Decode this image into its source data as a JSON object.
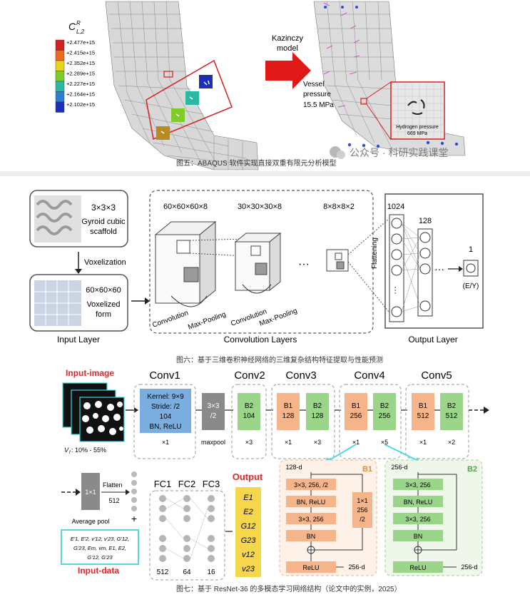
{
  "fig5": {
    "legend_title": "C",
    "legend_sup": "R",
    "legend_sub": "L,2",
    "legend_values": [
      "+2.477e+15",
      "+2.415e+15",
      "+2.352e+15",
      "+2.289e+15",
      "+2.227e+15",
      "+2.164e+15",
      "+2.102e+15"
    ],
    "legend_colors": [
      "#d42020",
      "#ef6a1a",
      "#e6d51c",
      "#7ecb2a",
      "#2bb9a1",
      "#2a7fd5",
      "#1c2fb8"
    ],
    "arrow_label_line1": "Kazinczy",
    "arrow_label_line2": "model",
    "vessel_line1": "Vessel",
    "vessel_line2": "pressure",
    "vessel_line3": "15.5 MPa",
    "hydrogen_line1": "Hydrogen pressure",
    "hydrogen_line2": "669 MPa",
    "caption": "图五：ABAQUS 软件实现直接双重有限元分析模型",
    "watermark": "公众号 · 科研实践课堂"
  },
  "fig6": {
    "input_box_label": "3×3×3",
    "scaffold_line1": "Gyroid cubic",
    "scaffold_line2": "scaffold",
    "voxelization": "Voxelization",
    "voxel_dim": "60×60×60",
    "voxel_line1": "Voxelized",
    "voxel_line2": "form",
    "input_layer": "Input Layer",
    "dims": [
      "60×60×60×8",
      "30×30×30×8",
      "8×8×8×2"
    ],
    "convolution": "Convolution",
    "maxpooling": "Max-Pooling",
    "ellipsis": "···",
    "conv_layers": "Convolution Layers",
    "flattening": "Flattening",
    "n1024": "1024",
    "n128": "128",
    "n1": "1",
    "ey": "(E/Y)",
    "output_layer": "Output Layer",
    "caption": "图六：基于三维卷积神经网络的三维复杂结构特征提取与性能预测"
  },
  "fig7": {
    "input_image": "Input-image",
    "vf": "V",
    "vf_sub": "f",
    "vf_range": ": 10% - 55%",
    "conv_titles": [
      "Conv1",
      "Conv2",
      "Conv3",
      "Conv4",
      "Conv5"
    ],
    "conv1_lines": [
      "Kernel: 9×9",
      "Stride: /2",
      "104",
      "BN, ReLU"
    ],
    "maxpool_box": [
      "3×3",
      "/2"
    ],
    "maxpool": "maxpool",
    "conv2_box": [
      "B2",
      "104"
    ],
    "conv3_b1": [
      "B1",
      "128"
    ],
    "conv3_b2": [
      "B2",
      "128"
    ],
    "conv4_b1": [
      "B1",
      "256"
    ],
    "conv4_b2": [
      "B2",
      "256"
    ],
    "conv5_b1": [
      "B1",
      "512"
    ],
    "conv5_b2": [
      "B2",
      "512"
    ],
    "mult": [
      "×1",
      "×3",
      "×1",
      "×3",
      "×1",
      "×5",
      "×1",
      "×2"
    ],
    "avgpool_box": "1×1",
    "avgpool": "Average pool",
    "flatten": "Flatten",
    "n512": "512",
    "fc_titles": [
      "FC1",
      "FC2",
      "FC3"
    ],
    "fc_sizes": [
      "512",
      "64",
      "16"
    ],
    "output": "Output",
    "outputs": [
      "E1",
      "E2",
      "G12",
      "G23",
      "v12",
      "v23"
    ],
    "input_data": "Input-data",
    "input_data_lines": [
      "E'1, E'2, v'12, v'23, G'12,",
      "G'23, Em, vm, E1, E2,",
      "G'12, G'23"
    ],
    "b1_title": "B1",
    "b1_in": "128-d",
    "b1_steps": [
      "3×3, 256, /2",
      "BN, ReLU",
      "3×3, 256",
      "BN"
    ],
    "b1_short": [
      "1×1",
      "256",
      "/2"
    ],
    "b1_relu": "ReLU",
    "b1_out": "256-d",
    "b2_title": "B2",
    "b2_in": "256-d",
    "b2_steps": [
      "3×3, 256",
      "BN, ReLU",
      "3×3, 256",
      "BN"
    ],
    "b2_relu": "ReLU",
    "b2_out": "256-d",
    "caption": "图七：基于 ResNet-36 的多模态学习网络结构（论文中的实例，2025）"
  },
  "colors": {
    "blue_box": "#7aaee0",
    "green_box": "#9bd58a",
    "orange_box": "#f6b48a",
    "gray_box": "#8a8a8a",
    "red_label": "#e0262b",
    "yellow_output": "#f6d64a",
    "cyan_border": "#3dd7e0"
  }
}
